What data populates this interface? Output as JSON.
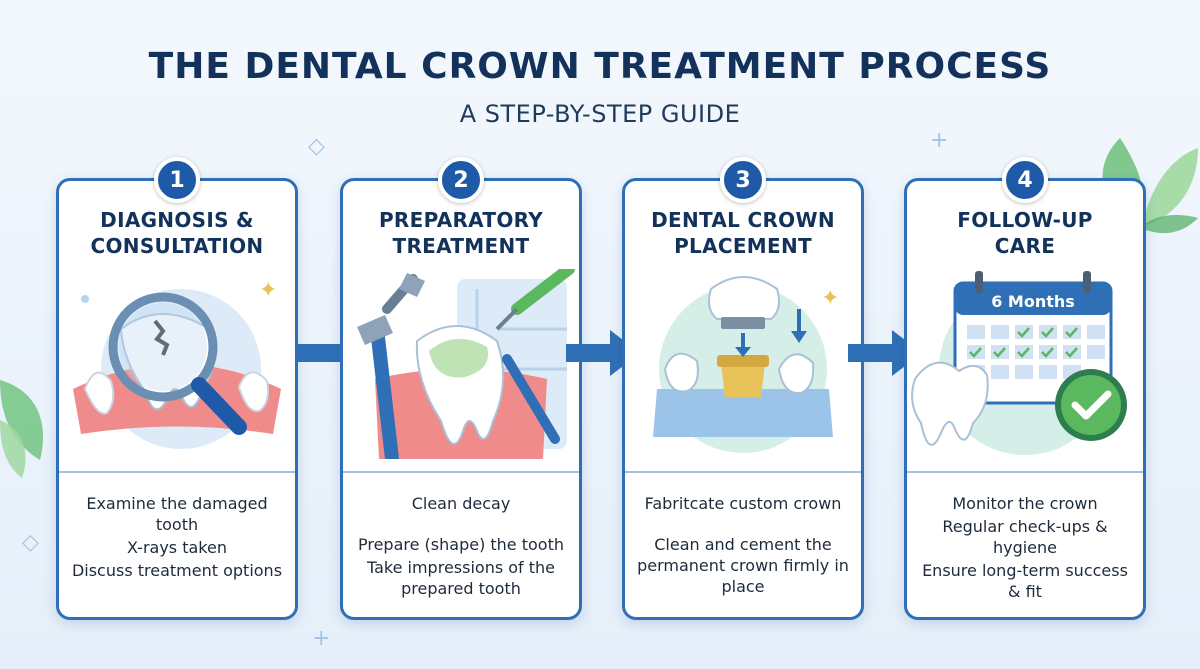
{
  "header": {
    "title": "THE DENTAL CROWN TREATMENT PROCESS",
    "subtitle": "A STEP-BY-STEP GUIDE"
  },
  "colors": {
    "primary": "#1f5aa8",
    "card_border": "#2f6fb5",
    "accent_green": "#5ab85f",
    "gold": "#e7c35a",
    "gum": "#f08b8b"
  },
  "steps": [
    {
      "number": "1",
      "title": "DIAGNOSIS &\nCONSULTATION",
      "icon": "magnifier-tooth-icon",
      "items": [
        "Examine the damaged tooth",
        "X-rays taken",
        "Discuss treatment options"
      ]
    },
    {
      "number": "2",
      "title": "PREPARATORY\nTREATMENT",
      "icon": "dental-drill-icon",
      "items": [
        "Clean decay",
        "Prepare (shape) the tooth",
        "Take impressions of the prepared tooth"
      ]
    },
    {
      "number": "3",
      "title": "DENTAL CROWN\nPLACEMENT",
      "icon": "crown-placement-icon",
      "items": [
        "Fabritcate custom crown",
        "Clean and cement the permanent crown firmly in place"
      ]
    },
    {
      "number": "4",
      "title": "FOLLOW-UP\nCARE",
      "icon": "calendar-check-icon",
      "calendar_label": "6 Months",
      "items": [
        "Monitor the crown",
        "Regular check-ups & hygiene",
        "Ensure long-term success & fit"
      ]
    }
  ]
}
